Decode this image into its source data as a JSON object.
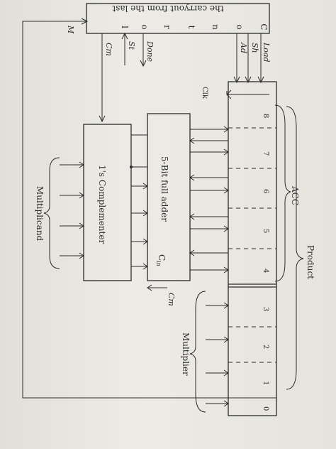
{
  "header_text": "the carryout from the last",
  "control": {
    "letters": [
      "C",
      "o",
      "n",
      "t",
      "r",
      "o",
      "l"
    ]
  },
  "signals": {
    "load": "Load",
    "sh": "Sh",
    "ad": "Ad",
    "done": "Done",
    "st": "St",
    "cm": "Cm",
    "m": "M",
    "clk": "Clk",
    "cm_in": "Cm",
    "cin": "C",
    "cin_sub": "in"
  },
  "register": {
    "bits": [
      "8",
      "7",
      "6",
      "5",
      "4",
      "3",
      "2",
      "1",
      "0"
    ]
  },
  "labels": {
    "acc": "ACC",
    "product": "Product",
    "multiplier": "Multiplier",
    "adder": "5-Bit full adder",
    "complementer": "1's Complementer",
    "multiplicand": "Multiplicand"
  }
}
